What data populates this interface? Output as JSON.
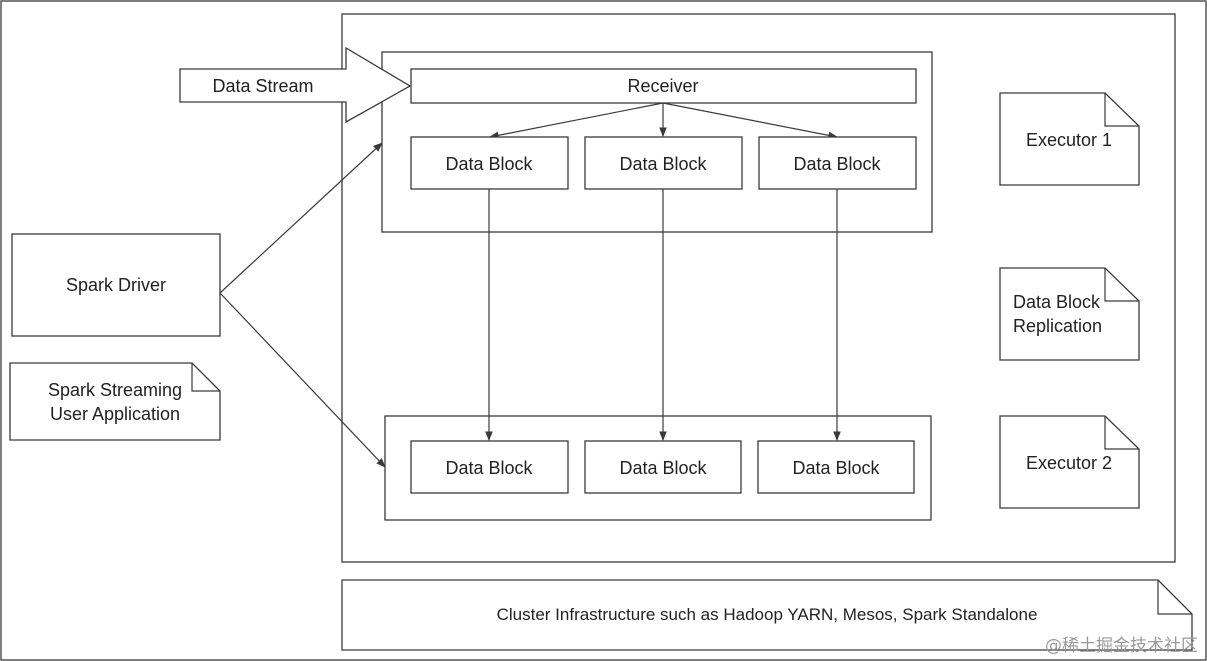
{
  "receiver_label": "Receiver",
  "data_stream_label": "Data Stream",
  "top_blocks": [
    "Data Block",
    "Data Block",
    "Data Block"
  ],
  "bottom_blocks": [
    "Data Block",
    "Data Block",
    "Data Block"
  ],
  "executor1_label": "Executor 1",
  "replication_label": [
    "Data Block",
    "Replication"
  ],
  "executor2_label": "Executor 2",
  "driver_label": "Spark Driver",
  "user_app_label": [
    "Spark Streaming",
    "User Application"
  ],
  "cluster_label": "Cluster Infrastructure such as Hadoop YARN, Mesos, Spark Standalone",
  "watermark": "@稀土掘金技术社区"
}
